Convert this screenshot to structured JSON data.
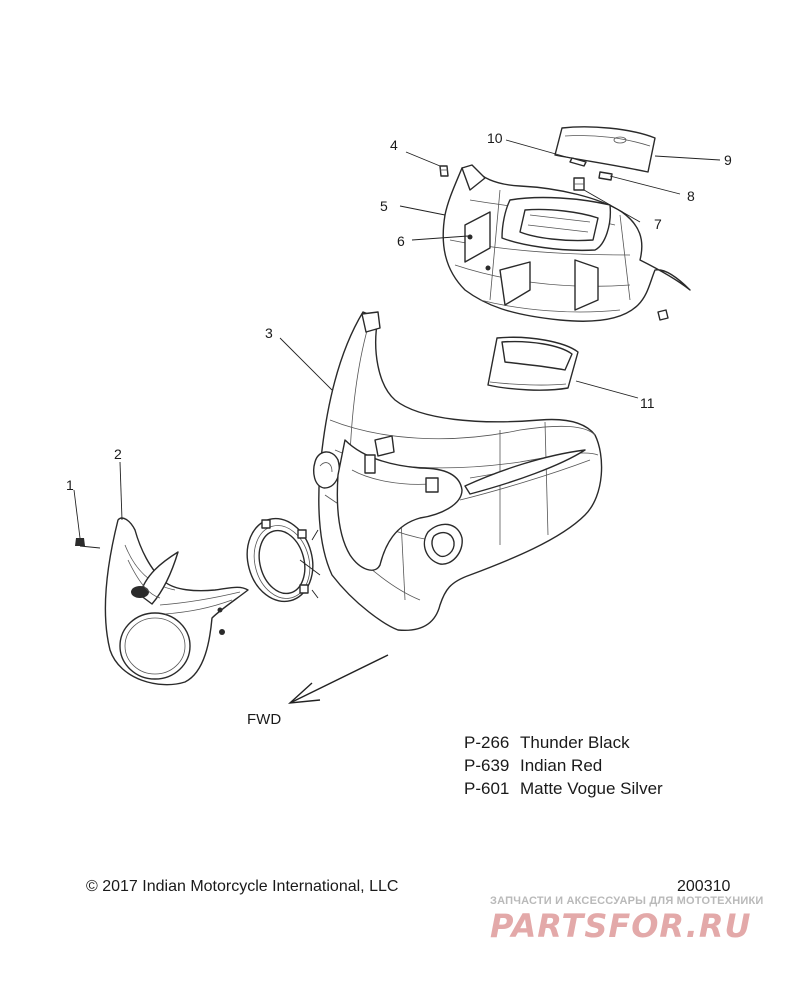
{
  "callouts": {
    "c1": "1",
    "c2": "2",
    "c3": "3",
    "c4": "4",
    "c5": "5",
    "c6": "6",
    "c7": "7",
    "c8": "8",
    "c9": "9",
    "c10": "10",
    "c11": "11"
  },
  "direction_label": "FWD",
  "paint_codes": [
    {
      "code": "P-266",
      "color": "Thunder Black"
    },
    {
      "code": "P-639",
      "color": "Indian Red"
    },
    {
      "code": "P-601",
      "color": "Matte Vogue Silver"
    }
  ],
  "copyright": "© 2017 Indian Motorcycle International, LLC",
  "document_number": "200310",
  "watermark": {
    "tagline": "ЗАПЧАСТИ И АКСЕССУАРЫ ДЛЯ МОТОТЕХНИКИ",
    "logo_text": "PARTSFOR.RU"
  }
}
